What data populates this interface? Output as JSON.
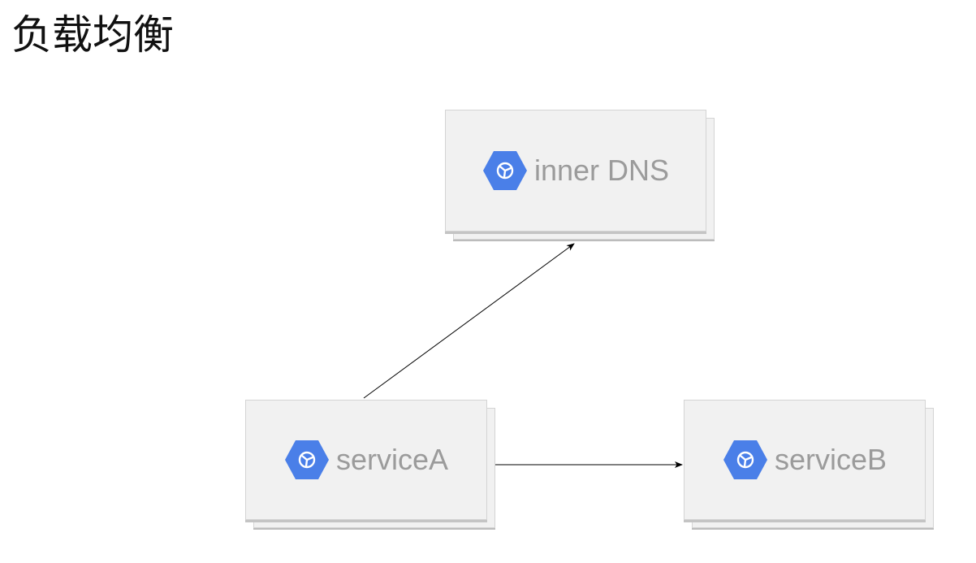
{
  "title": "负载均衡",
  "nodes": {
    "dns": {
      "label": "inner DNS",
      "icon": "gcp-hexagon-icon"
    },
    "service_a": {
      "label": "serviceA",
      "icon": "gcp-hexagon-icon"
    },
    "service_b": {
      "label": "serviceB",
      "icon": "gcp-hexagon-icon"
    }
  },
  "edges": [
    {
      "from": "serviceA",
      "to": "inner DNS"
    },
    {
      "from": "serviceA",
      "to": "serviceB"
    }
  ],
  "colors": {
    "icon_blue": "#4a7fe8",
    "node_fill": "#f1f1f1",
    "label_gray": "#9b9b9b",
    "edge": "#000000"
  }
}
